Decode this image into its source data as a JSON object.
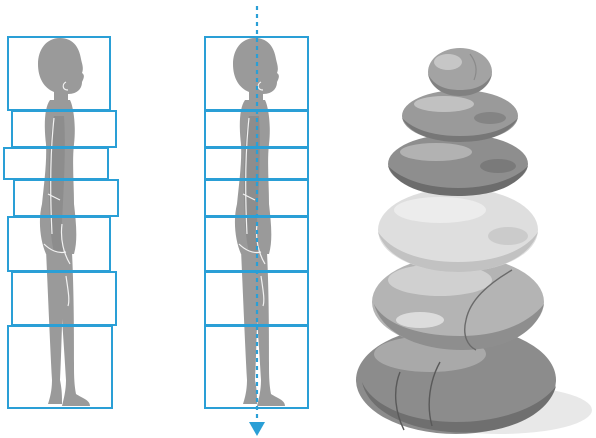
{
  "colors": {
    "frame": "#2a9fd6",
    "axis": "#2a9fd6",
    "silhouette": "#9a9a9a",
    "silhouette_lines": "#f2f2f2",
    "stone_dark": "#6f6f6f",
    "stone_mid": "#9b9b9b",
    "stone_light": "#cfcfcf",
    "shadow": "#e8e8e8"
  },
  "figures": [
    {
      "name": "misaligned-posture",
      "segment_count": 7,
      "aligned": false
    },
    {
      "name": "aligned-posture",
      "segment_count": 7,
      "aligned": true
    }
  ],
  "stone_stack": {
    "stone_count": 6
  }
}
